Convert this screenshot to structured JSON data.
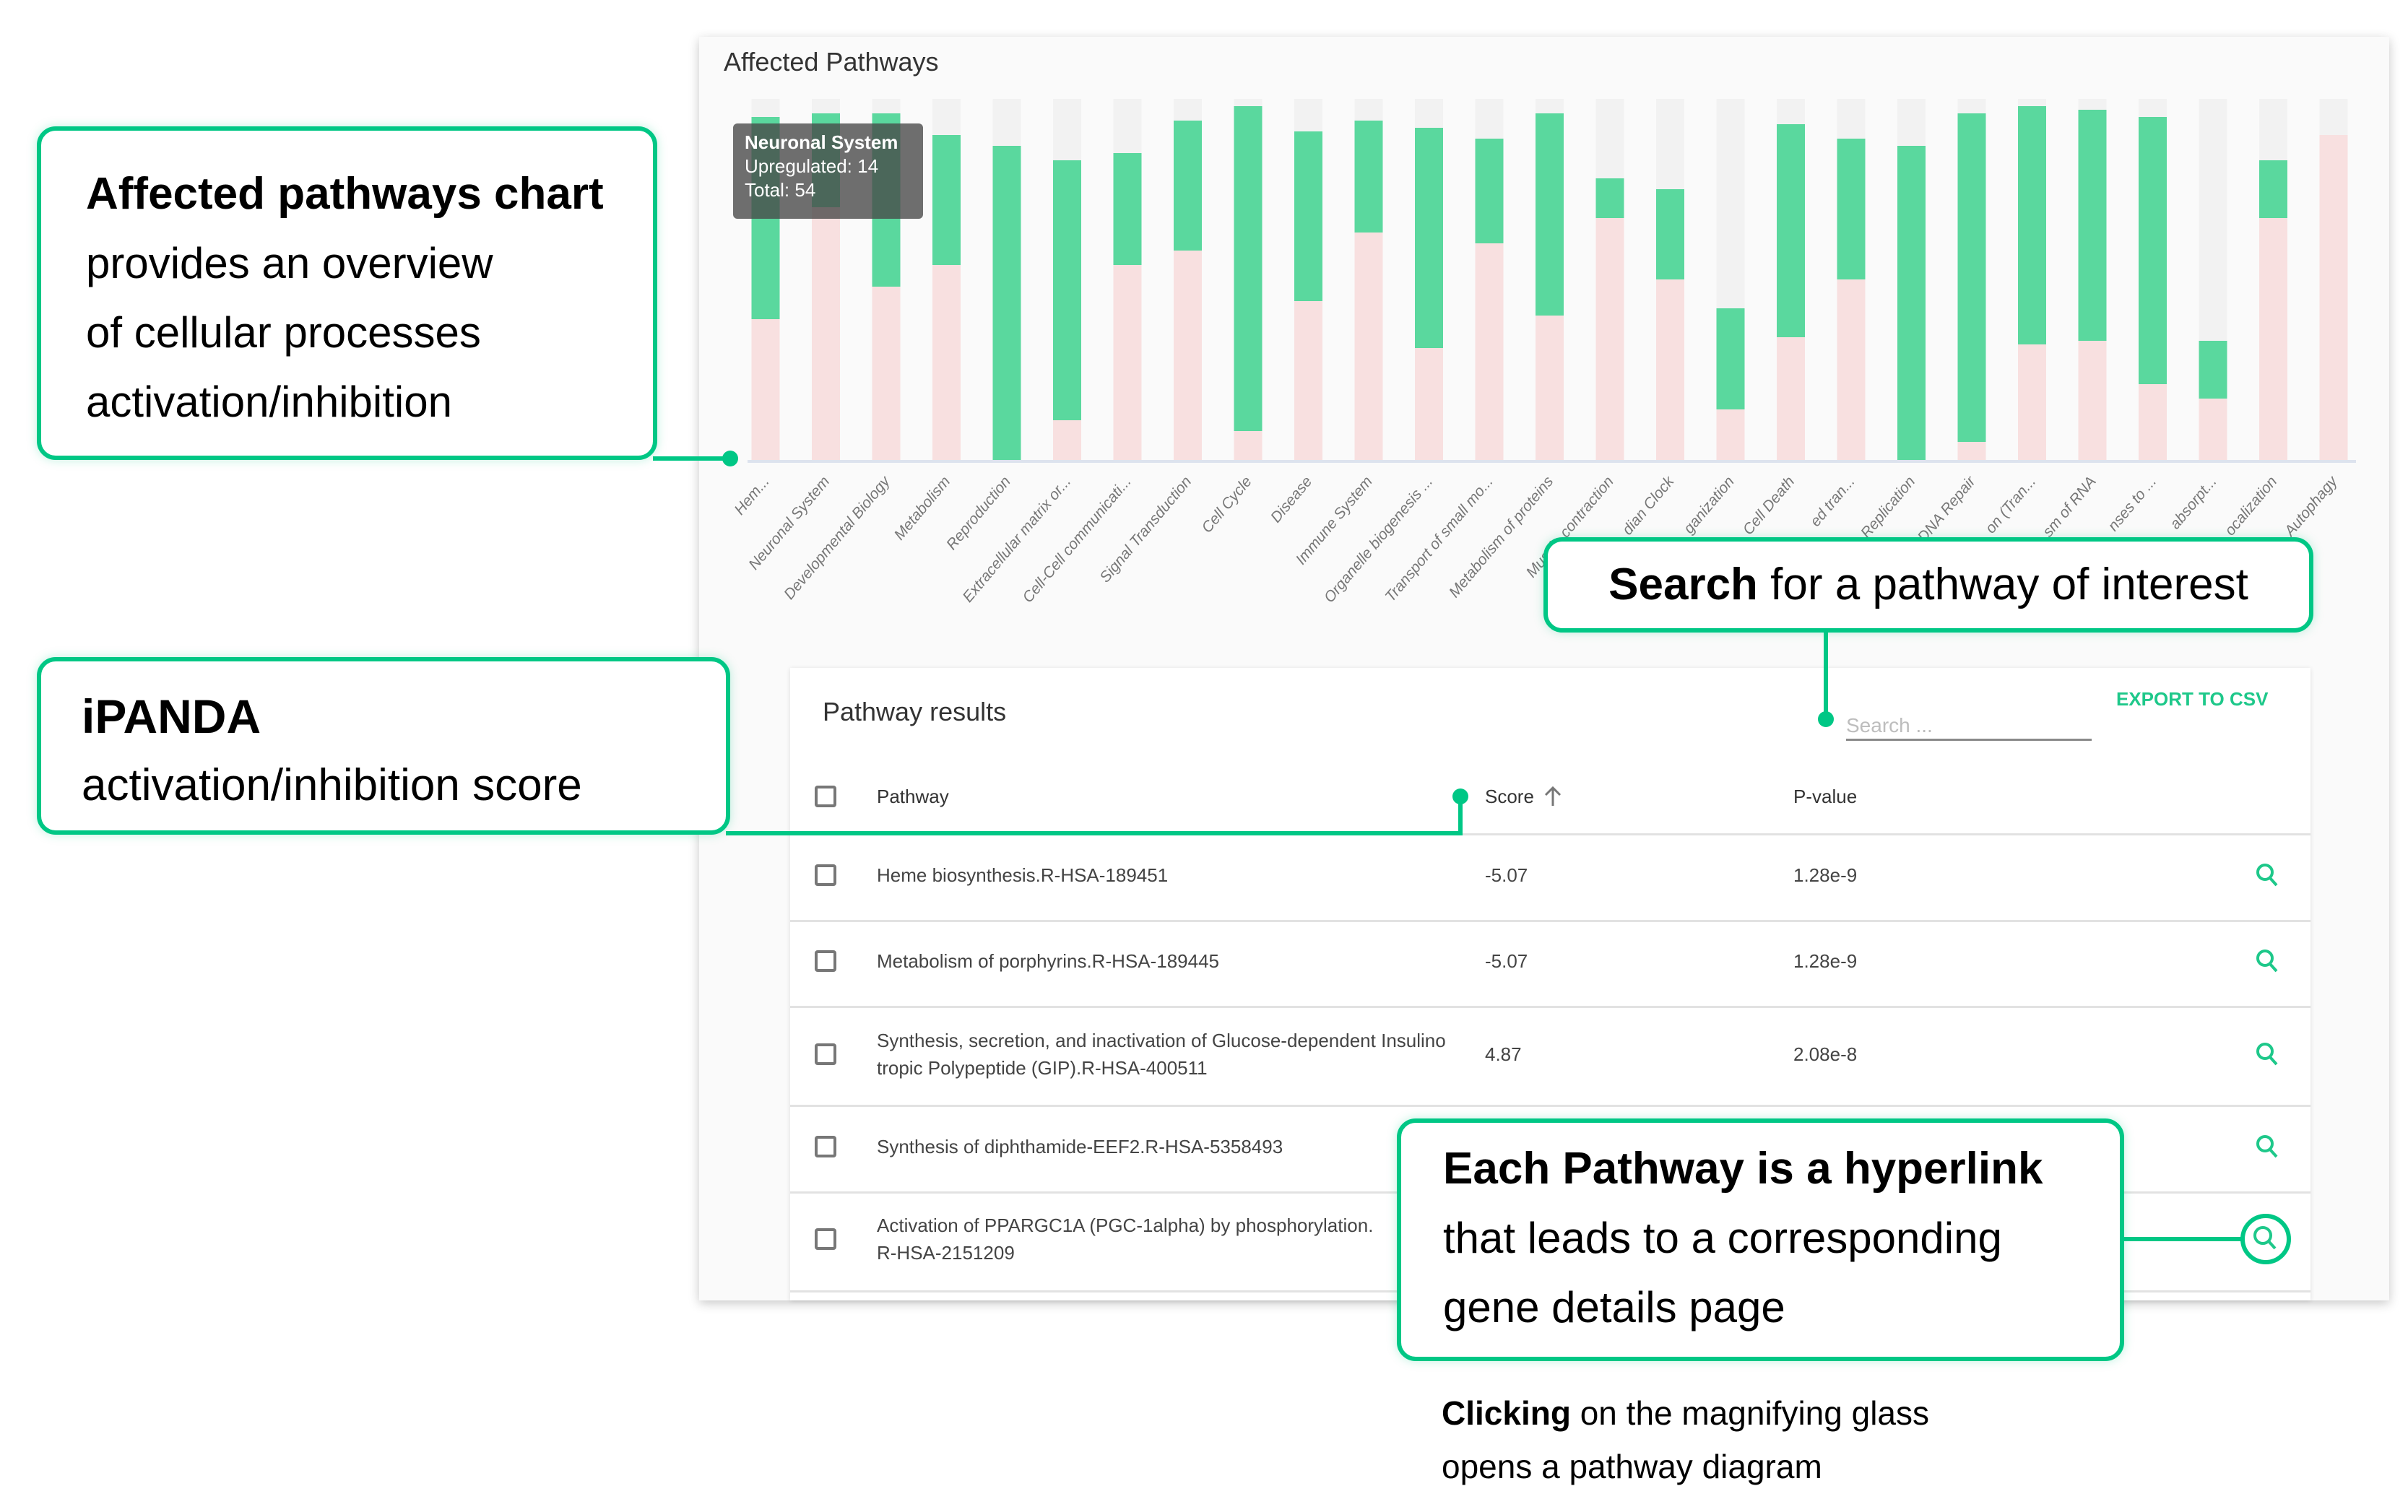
{
  "panel": {
    "title": "Affected Pathways"
  },
  "chart_data": {
    "type": "bar",
    "stacked": true,
    "normalized": true,
    "categories": [
      "Hem...",
      "Neuronal System",
      "Developmental Biology",
      "Metabolism",
      "Reproduction",
      "Extracellular matrix or...",
      "Cell-Cell communicati...",
      "Signal Transduction",
      "Cell Cycle",
      "Disease",
      "Immune System",
      "Organelle biogenesis ...",
      "Transport of small mo...",
      "Metabolism of proteins",
      "Muscle contraction",
      "dian Clock",
      "ganization",
      "Cell Death",
      "ed tran...",
      "Replication",
      "DNA Repair",
      "on (Tran...",
      "sm of RNA",
      "nses to ...",
      "absorpt...",
      "ocalization",
      "Autophagy"
    ],
    "series": [
      {
        "color": "#f8e0e0",
        "values": [
          0.39,
          0.7,
          0.48,
          0.54,
          0,
          0.11,
          0.54,
          0.58,
          0.08,
          0.44,
          0.63,
          0.31,
          0.6,
          0.4,
          0.67,
          0.5,
          0.14,
          0.34,
          0.5,
          0,
          0.05,
          0.32,
          0.33,
          0.21,
          0.17,
          0.67,
          0.9
        ]
      },
      {
        "name": "Upregulated",
        "color": "#5ad89e",
        "values": [
          0.56,
          0.26,
          0.48,
          0.36,
          0.87,
          0.72,
          0.31,
          0.36,
          0.9,
          0.47,
          0.31,
          0.61,
          0.29,
          0.56,
          0.11,
          0.25,
          0.28,
          0.59,
          0.39,
          0.87,
          0.91,
          0.66,
          0.64,
          0.74,
          0.16,
          0.16,
          0
        ]
      }
    ],
    "background_color": "#f2f2f2",
    "ylim": [
      0,
      1
    ],
    "grid": false,
    "tooltip": {
      "title": "Neuronal System",
      "up_label": "Upregulated:",
      "up_value": "14",
      "total_label": "Total:",
      "total_value": "54"
    }
  },
  "results": {
    "title": "Pathway results",
    "search_placeholder": "Search ...",
    "export_label": "EXPORT TO CSV",
    "columns": {
      "pathway": "Pathway",
      "score": "Score",
      "pvalue": "P-value"
    },
    "sort_icon": "arrow-up-icon",
    "row_icon": "magnifier-icon",
    "rows": [
      {
        "pathway": "Heme biosynthesis.R-HSA-189451",
        "score": "-5.07",
        "pvalue": "1.28e-9"
      },
      {
        "pathway": "Metabolism of porphyrins.R-HSA-189445",
        "score": "-5.07",
        "pvalue": "1.28e-9"
      },
      {
        "pathway": "Synthesis, secretion, and inactivation of Glucose-dependent Insulinotropic Polypeptide (GIP).R-HSA-400511",
        "score": "4.87",
        "pvalue": "2.08e-8"
      },
      {
        "pathway": "Synthesis of diphthamide-EEF2.R-HSA-5358493"
      },
      {
        "pathway": "Activation of PPARGC1A (PGC-1alpha) by phosphorylation.R-HSA-2151209"
      }
    ]
  },
  "callouts": {
    "chart": {
      "bold": "Affected pathways chart",
      "lines": [
        "provides an overview",
        "of cellular processes",
        "activation/inhibition"
      ]
    },
    "score": {
      "bold": "iPANDA",
      "line": "activation/inhibition score"
    },
    "search": {
      "bold": "Search",
      "rest": " for a pathway of interest"
    },
    "link": {
      "bold": "Each Pathway is a hyperlink",
      "lines": [
        "that leads to a corresponding",
        "gene details page"
      ]
    },
    "caption": {
      "bold": "Clicking",
      "rest": " on the magnifying glass",
      "line2": "opens a pathway diagram"
    }
  },
  "accent_color": "#00c785"
}
